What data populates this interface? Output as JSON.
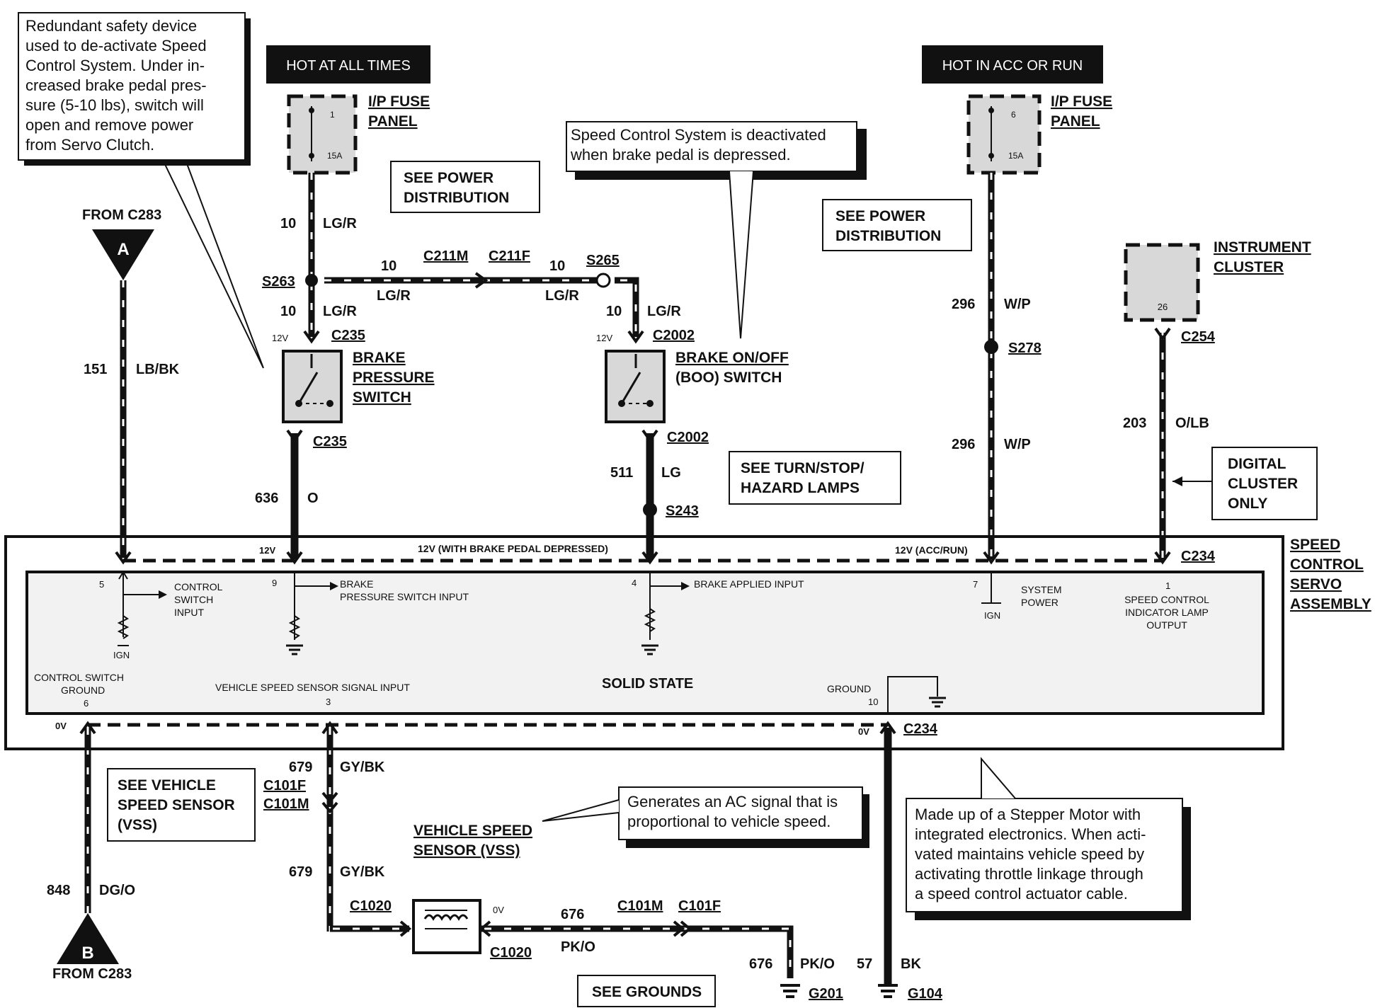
{
  "notes": {
    "redundant": [
      "Redundant safety device",
      "used to de-activate Speed",
      "Control System. Under in-",
      "creased brake pedal pres-",
      "sure (5-10 lbs), switch will",
      "open and remove power",
      "from Servo Clutch."
    ],
    "deactivated": [
      "Speed Control System is deactivated",
      "when brake pedal is depressed."
    ],
    "ac_signal": [
      "Generates an AC signal that is",
      "proportional to vehicle speed."
    ],
    "stepper": [
      "Made up of a Stepper Motor with",
      "integrated electronics. When acti-",
      "vated maintains vehicle speed by",
      "activating throttle linkage through",
      "a speed control actuator cable."
    ]
  },
  "headers": {
    "hot_all_times": "HOT AT ALL TIMES",
    "hot_acc_run": "HOT IN ACC OR RUN"
  },
  "refs": {
    "power1": [
      "SEE POWER",
      "DISTRIBUTION"
    ],
    "power2": [
      "SEE POWER",
      "DISTRIBUTION"
    ],
    "turn": [
      "SEE TURN/STOP/",
      "HAZARD LAMPS"
    ],
    "vss": [
      "SEE VEHICLE",
      "SPEED SENSOR",
      "(VSS)"
    ],
    "grounds": "SEE GROUNDS",
    "digital": [
      "DIGITAL",
      "CLUSTER",
      "ONLY"
    ]
  },
  "fuse1": {
    "label": [
      "I/P FUSE",
      "PANEL"
    ],
    "pin": "1",
    "rating": "15A"
  },
  "fuse2": {
    "label": [
      "I/P FUSE",
      "PANEL"
    ],
    "pin": "6",
    "rating": "15A"
  },
  "cluster": {
    "label": [
      "INSTRUMENT",
      "CLUSTER"
    ],
    "pin": "26"
  },
  "from_a": {
    "label": "FROM C283",
    "letter": "A"
  },
  "from_b": {
    "label": "FROM C283",
    "letter": "B"
  },
  "wires": {
    "w151": [
      "151",
      "LB/BK"
    ],
    "w10a": [
      "10",
      "LG/R"
    ],
    "w10b": [
      "10",
      "LG/R"
    ],
    "w10c": [
      "10",
      "LG/R"
    ],
    "w10d": [
      "10",
      "LG/R"
    ],
    "w10e": [
      "10",
      "LG/R"
    ],
    "w636": [
      "636",
      "O"
    ],
    "w511": [
      "511",
      "LG"
    ],
    "w296a": [
      "296",
      "W/P"
    ],
    "w296b": [
      "296",
      "W/P"
    ],
    "w203": [
      "203",
      "O/LB"
    ],
    "w679a": [
      "679",
      "GY/BK"
    ],
    "w679b": [
      "679",
      "GY/BK"
    ],
    "w848": [
      "848",
      "DG/O"
    ],
    "w676a": [
      "676",
      "PK/O"
    ],
    "w676b": [
      "676",
      "PK/O"
    ],
    "w57": [
      "57",
      "BK"
    ]
  },
  "splices": {
    "s263": "S263",
    "s265": "S265",
    "s243": "S243",
    "s278": "S278"
  },
  "connectors": {
    "c211m": "C211M",
    "c211f": "C211F",
    "c235a": "C235",
    "c235b": "C235",
    "c2002a": "C2002",
    "c2002b": "C2002",
    "c254": "C254",
    "c234a": "C234",
    "c234b": "C234",
    "c101f": "C101F",
    "c101m": "C101M",
    "c1020a": "C1020",
    "c1020b": "C1020",
    "c101m2": "C101M",
    "c101f2": "C101F"
  },
  "switches": {
    "pressure": [
      "BRAKE",
      "PRESSURE",
      "SWITCH"
    ],
    "boo": [
      "BRAKE ON/OFF",
      "(BOO) SWITCH"
    ]
  },
  "volts": {
    "v12a": "12V",
    "v12b": "12V",
    "v12c": "12V",
    "v12brake": "12V (WITH BRAKE PEDAL DEPRESSED)",
    "v12acc": "12V (ACC/RUN)",
    "v0a": "0V",
    "v0b": "0V",
    "v0c": "0V"
  },
  "servo": {
    "title": [
      "SPEED",
      "CONTROL",
      "SERVO",
      "ASSEMBLY"
    ],
    "pin5": "5",
    "control_switch_input": [
      "CONTROL",
      "SWITCH",
      "INPUT"
    ],
    "ign1": "IGN",
    "pin9": "9",
    "brake_pressure_input": [
      "BRAKE",
      "PRESSURE SWITCH INPUT"
    ],
    "pin4": "4",
    "brake_applied": "BRAKE APPLIED INPUT",
    "pin7": "7",
    "system_power": [
      "SYSTEM",
      "POWER"
    ],
    "ign2": "IGN",
    "pin1": "1",
    "indicator": [
      "SPEED CONTROL",
      "INDICATOR LAMP",
      "OUTPUT"
    ],
    "ground_label": [
      "CONTROL SWITCH",
      "GROUND"
    ],
    "pin6": "6",
    "vss_input": "VEHICLE SPEED SENSOR SIGNAL INPUT",
    "pin3": "3",
    "solid_state": "SOLID STATE",
    "ground2": "GROUND",
    "pin10": "10"
  },
  "vss_sensor": [
    "VEHICLE SPEED",
    "SENSOR (VSS)"
  ],
  "grounds": {
    "g201": "G201",
    "g104": "G104"
  }
}
